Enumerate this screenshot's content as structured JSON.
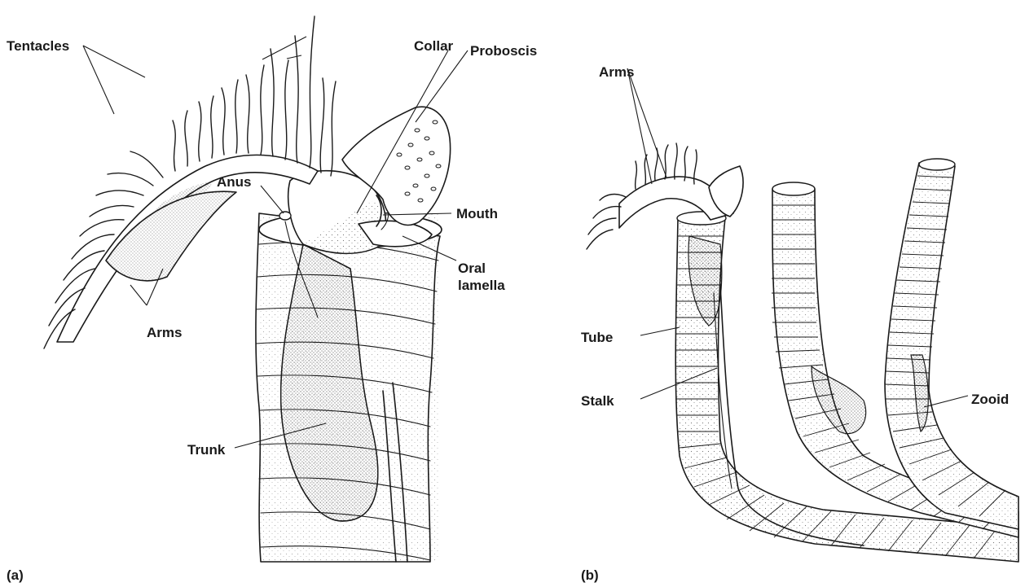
{
  "panel_a": {
    "caption": "(a)",
    "labels": {
      "tentacles": "Tentacles",
      "collar": "Collar",
      "proboscis": "Proboscis",
      "anus": "Anus",
      "mouth": "Mouth",
      "oral": "Oral",
      "lamella": "lamella",
      "arms": "Arms",
      "trunk": "Trunk"
    }
  },
  "panel_b": {
    "caption": "(b)",
    "labels": {
      "arms": "Arms",
      "tube": "Tube",
      "stalk": "Stalk",
      "zooid": "Zooid"
    }
  }
}
